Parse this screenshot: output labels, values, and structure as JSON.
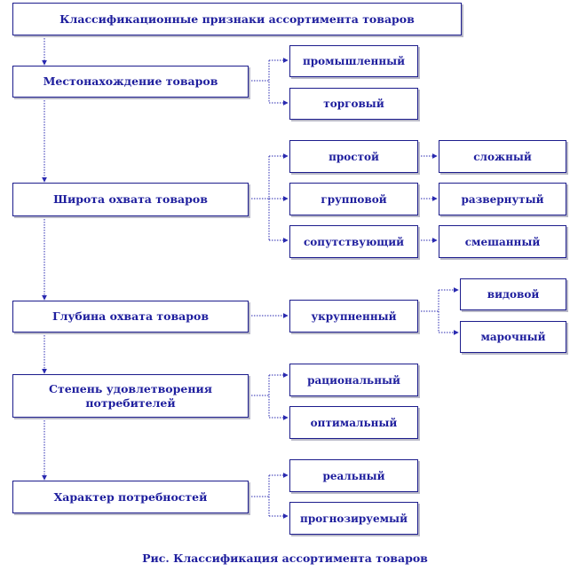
{
  "title": "Классификационные признаки ассортимента товаров",
  "criteria": [
    {
      "label": "Местонахождение товаров",
      "types": [
        "промышленный",
        "торговый"
      ]
    },
    {
      "label": "Широта охвата товаров",
      "types": [
        "простой",
        "групповой",
        "сопутствующий"
      ],
      "subtypes": [
        "сложный",
        "развернутый",
        "смешанный"
      ]
    },
    {
      "label": "Глубина охвата товаров",
      "types": [
        "укрупненный"
      ],
      "subtypes": [
        "видовой",
        "марочный"
      ]
    },
    {
      "label": "Степень удовлетворения потребителей",
      "types": [
        "рациональный",
        "оптимальный"
      ]
    },
    {
      "label": "Характер потребностей",
      "types": [
        "реальный",
        "прогнозируемый"
      ]
    }
  ],
  "caption": "Рис. Классификация ассортимента товаров",
  "colors": {
    "text": "#1f1f9e",
    "border": "#1c1c8c",
    "shadow": "#b9b9c8",
    "connector": "#2a2ab0"
  }
}
